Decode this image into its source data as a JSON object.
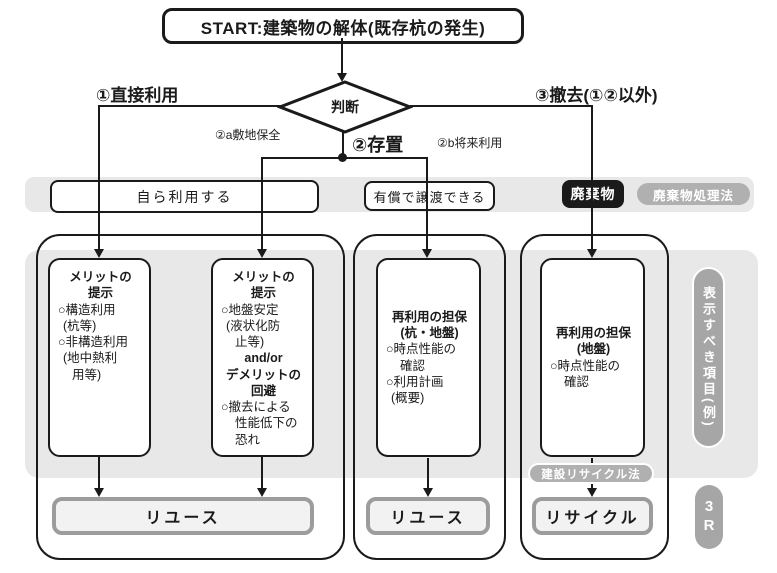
{
  "flow": {
    "start": "START:建築物の解体(既存杭の発生)",
    "decision": "判断",
    "branch_direct": "①直接利用",
    "branch_keep": "②存置",
    "branch_keep_a": "②a敷地保全",
    "branch_keep_b": "②b将来利用",
    "branch_remove": "③撤去(①②以外)"
  },
  "band": {
    "self_use": "自ら利用する",
    "transfer": "有償で譲渡できる",
    "waste": "廃棄物",
    "waste_law": "廃棄物処理法"
  },
  "boxes": {
    "merit_direct": {
      "lines": [
        {
          "t": "メリットの",
          "b": 1,
          "c": 1
        },
        {
          "t": "提示",
          "b": 1,
          "c": 1
        },
        {
          "t": "○構造利用"
        },
        {
          "t": "(杭等)",
          "i": 1
        },
        {
          "t": "○非構造利用"
        },
        {
          "t": "(地中熱利",
          "i": 1
        },
        {
          "t": "用等)",
          "i": 2
        }
      ]
    },
    "merit_keep": {
      "lines": [
        {
          "t": "メリットの",
          "b": 1,
          "c": 1
        },
        {
          "t": "提示",
          "b": 1,
          "c": 1
        },
        {
          "t": "○地盤安定"
        },
        {
          "t": "(液状化防",
          "i": 1
        },
        {
          "t": "止等)",
          "i": 2
        },
        {
          "t": "and/or",
          "b": 1,
          "c": 1
        },
        {
          "t": "デメリットの",
          "b": 1,
          "c": 1
        },
        {
          "t": "回避",
          "b": 1,
          "c": 1
        },
        {
          "t": "○撤去による"
        },
        {
          "t": "性能低下の",
          "i": 2
        },
        {
          "t": "恐れ",
          "i": 2
        }
      ]
    },
    "guarantee_keep": {
      "lines": [
        {
          "t": "再利用の担保",
          "b": 1,
          "c": 1
        },
        {
          "t": "(杭・地盤)",
          "b": 1,
          "c": 1
        },
        {
          "t": "○時点性能の"
        },
        {
          "t": "確認",
          "i": 2
        },
        {
          "t": "○利用計画"
        },
        {
          "t": "(概要)",
          "i": 1
        }
      ]
    },
    "guarantee_remove": {
      "lines": [
        {
          "t": "再利用の担保",
          "b": 1,
          "c": 1
        },
        {
          "t": "(地盤)",
          "b": 1,
          "c": 1
        },
        {
          "t": "○時点性能の"
        },
        {
          "t": "確認",
          "i": 2
        }
      ]
    }
  },
  "outcomes": {
    "reuse_left": "リユース",
    "reuse_mid": "リユース",
    "recycle": "リサイクル",
    "recycle_law": "建設リサイクル法",
    "three_r": "3R"
  },
  "side_label": "表示すべき項目(例)",
  "colors": {
    "outline": "#1a1a1a",
    "area_gray": "#e8e8e8",
    "pill_gray": "#b0b0b0",
    "side_pill_gray": "#a6a6a6",
    "outcome_border": "#9c9c9c",
    "outcome_fill": "#f2f2f2",
    "waste_fill": "#1a1a1a"
  }
}
